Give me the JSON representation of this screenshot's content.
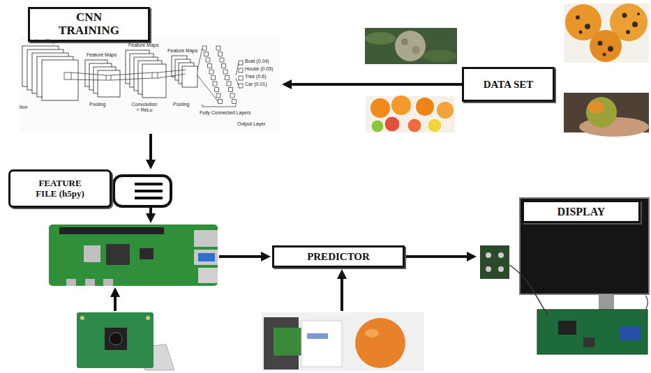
{
  "diagram": {
    "nodes": [
      {
        "text": [
          "CNN TRAINING"
        ]
      },
      {
        "text": [
          "DATA SET"
        ]
      },
      {
        "text": [
          "FEATURE FILE (h5py)"
        ]
      },
      {
        "text": [
          "PREDICTOR"
        ]
      },
      {
        "text": [
          "DISPLAY"
        ]
      }
    ],
    "edges": [
      {
        "from": 1,
        "to": 0,
        "arrow": "to"
      },
      {
        "from": 0,
        "to": 2,
        "arrow": "to"
      },
      {
        "from": 3,
        "to": 4,
        "arrow": "to"
      }
    ],
    "labels": [
      "Feature Maps",
      "Feature Maps",
      "Feature Maps",
      "Feature Maps",
      "tion",
      "Pooling",
      "Convolution + ReLu",
      "Pooling",
      "Fully Connected Layers",
      "Output Layer",
      "Boat (0.04)",
      "House (0.05)",
      "Tree (0.6)",
      "Car (0.01)"
    ]
  }
}
